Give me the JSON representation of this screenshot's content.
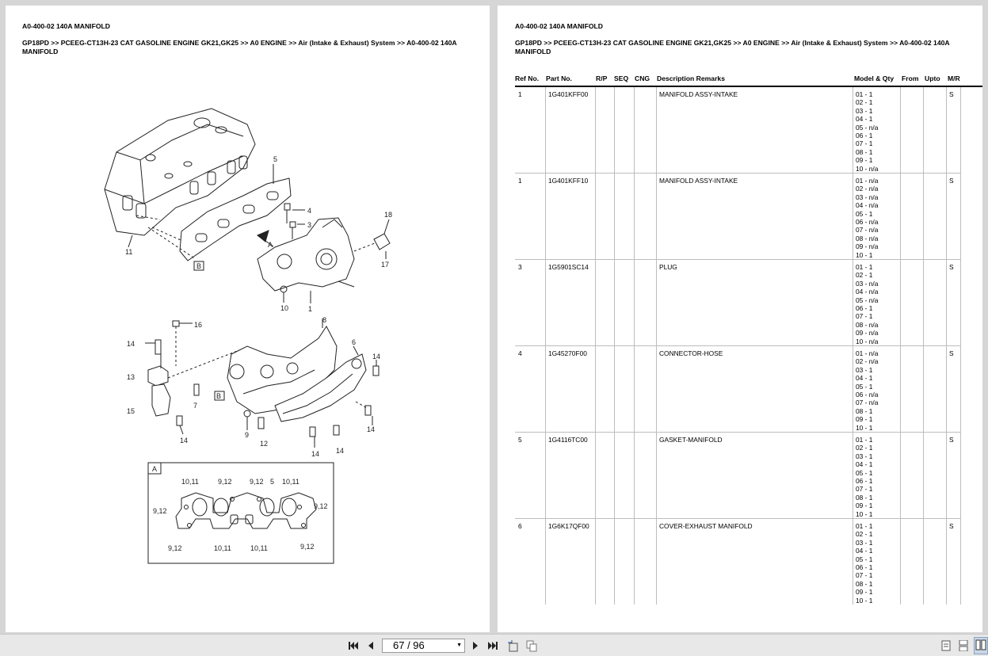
{
  "left_page": {
    "title": "A0-400-02 140A MANIFOLD",
    "path": "GP18PD >> PCEEG-CT13H-23 CAT GASOLINE ENGINE GK21,GK25 >> A0 ENGINE >> Air (Intake & Exhaust) System >> A0-400-02 140A MANIFOLD",
    "callouts": {
      "c5": "5",
      "c4": "4",
      "c3": "3",
      "c18": "18",
      "c11": "11",
      "cB1": "B",
      "cA": "A",
      "c17": "17",
      "c10": "10",
      "c1": "1",
      "c16": "16",
      "c8": "8",
      "c14a": "14",
      "c6": "6",
      "c14b": "14",
      "c13": "13",
      "c7": "7",
      "cB2": "B",
      "c15": "15",
      "c14c": "14",
      "c9": "9",
      "c12": "12",
      "c14d": "14",
      "c14e": "14",
      "c14f": "14"
    },
    "detail": {
      "label": "A",
      "t1": "10,11",
      "t2": "9,12",
      "t3": "9,12",
      "t4": "5",
      "t5": "10,11",
      "t6": "9,12",
      "t7": "9,12",
      "t8": "9,12",
      "t9": "10,11",
      "t10": "10,11",
      "t11": "9,12"
    }
  },
  "right_page": {
    "title": "A0-400-02 140A MANIFOLD",
    "path": "GP18PD >> PCEEG-CT13H-23 CAT GASOLINE ENGINE GK21,GK25 >> A0 ENGINE >> Air (Intake & Exhaust) System >> A0-400-02 140A MANIFOLD",
    "columns": {
      "ref": "Ref No.",
      "part": "Part No.",
      "rp": "R/P",
      "seq": "SEQ",
      "cng": "CNG",
      "desc": "Description Remarks",
      "model": "Model & Qty",
      "from": "From",
      "upto": "Upto",
      "mr": "M/R"
    },
    "rows": [
      {
        "ref": "1",
        "part": "1G401KFF00",
        "desc": "MANIFOLD ASSY-INTAKE",
        "mr": "S",
        "qty": [
          "01 - 1",
          "02 - 1",
          "03 - 1",
          "04 - 1",
          "05 - n/a",
          "06 - 1",
          "07 - 1",
          "08 - 1",
          "09 - 1",
          "10 - n/a"
        ]
      },
      {
        "ref": "1",
        "part": "1G401KFF10",
        "desc": "MANIFOLD ASSY-INTAKE",
        "mr": "S",
        "qty": [
          "01 - n/a",
          "02 - n/a",
          "03 - n/a",
          "04 - n/a",
          "05 - 1",
          "06 - n/a",
          "07 - n/a",
          "08 - n/a",
          "09 - n/a",
          "10 - 1"
        ]
      },
      {
        "ref": "3",
        "part": "1G5901SC14",
        "desc": "PLUG",
        "mr": "S",
        "qty": [
          "01 - 1",
          "02 - 1",
          "03 - n/a",
          "04 - n/a",
          "05 - n/a",
          "06 - 1",
          "07 - 1",
          "08 - n/a",
          "09 - n/a",
          "10 - n/a"
        ]
      },
      {
        "ref": "4",
        "part": "1G45270F00",
        "desc": "CONNECTOR-HOSE",
        "mr": "S",
        "qty": [
          "01 - n/a",
          "02 - n/a",
          "03 - 1",
          "04 - 1",
          "05 - 1",
          "06 - n/a",
          "07 - n/a",
          "08 - 1",
          "09 - 1",
          "10 - 1"
        ]
      },
      {
        "ref": "5",
        "part": "1G4116TC00",
        "desc": "GASKET-MANIFOLD",
        "mr": "S",
        "qty": [
          "01 - 1",
          "02 - 1",
          "03 - 1",
          "04 - 1",
          "05 - 1",
          "06 - 1",
          "07 - 1",
          "08 - 1",
          "09 - 1",
          "10 - 1"
        ]
      },
      {
        "ref": "6",
        "part": "1G6K17QF00",
        "desc": "COVER-EXHAUST MANIFOLD",
        "mr": "S",
        "qty": [
          "01 - 1",
          "02 - 1",
          "03 - 1",
          "04 - 1",
          "05 - 1",
          "06 - 1",
          "07 - 1",
          "08 - 1",
          "09 - 1",
          "10 - 1"
        ]
      }
    ]
  },
  "toolbar": {
    "page_indicator": "67 / 96",
    "icons": [
      "first-page-icon",
      "prev-page-icon",
      "next-page-icon",
      "last-page-icon",
      "rotate-icon",
      "copy-icon",
      "single-page-icon",
      "continuous-icon",
      "two-page-icon"
    ]
  }
}
